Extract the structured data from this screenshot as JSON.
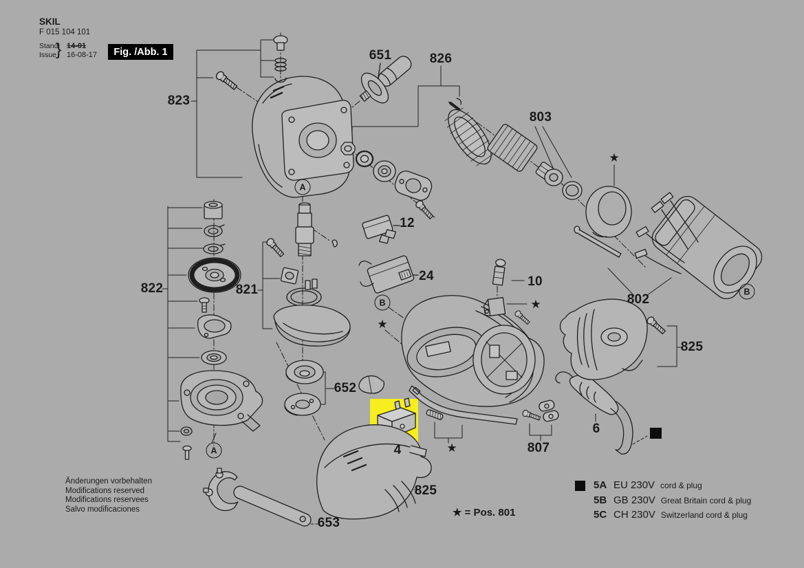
{
  "header": {
    "brand": "SKIL",
    "model_number": "F 015 104 101",
    "stand_label": "Stand",
    "issue_label": "Issue",
    "brace": "}",
    "old_date": "14-01",
    "issue_date": "16-08-17",
    "figure_label": "Fig. /Abb. 1"
  },
  "parts": {
    "p823": "823",
    "p651": "651",
    "p826": "826",
    "p803": "803",
    "p12": "12",
    "p24": "24",
    "p10": "10",
    "p822": "822",
    "p821": "821",
    "p802": "802",
    "p825_right": "825",
    "p652": "652",
    "p4": "4",
    "p807": "807",
    "p6": "6",
    "p825_bottom": "825",
    "p653": "653"
  },
  "markers": {
    "letter_a": "A",
    "letter_b": "B",
    "star": "★"
  },
  "legend": {
    "rows": [
      {
        "code": "5A",
        "region": "EU 230V",
        "desc": "cord & plug"
      },
      {
        "code": "5B",
        "region": "GB 230V",
        "desc": "Great Britain cord & plug"
      },
      {
        "code": "5C",
        "region": "CH 230V",
        "desc": "Switzerland cord & plug"
      }
    ]
  },
  "footer": {
    "notes": [
      "Änderungen vorbehalten",
      "Modifications reserved",
      "Modifications reservees",
      "Salvo modificaciones"
    ],
    "star_note": "★ = Pos. 801"
  },
  "colors": {
    "background": "#ababab",
    "highlight_yellow": "#f6ee1e",
    "ink": "#1a1a1a"
  }
}
